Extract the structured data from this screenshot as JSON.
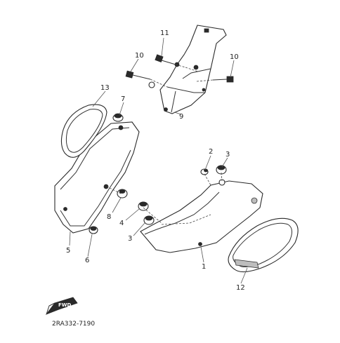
{
  "diagram": {
    "part_callouts": [
      "1",
      "2",
      "3",
      "3",
      "4",
      "5",
      "6",
      "7",
      "8",
      "9",
      "10",
      "10",
      "11",
      "12",
      "13"
    ],
    "diagram_code": "2RA332-7190",
    "front_arrow_label": "FWD"
  }
}
